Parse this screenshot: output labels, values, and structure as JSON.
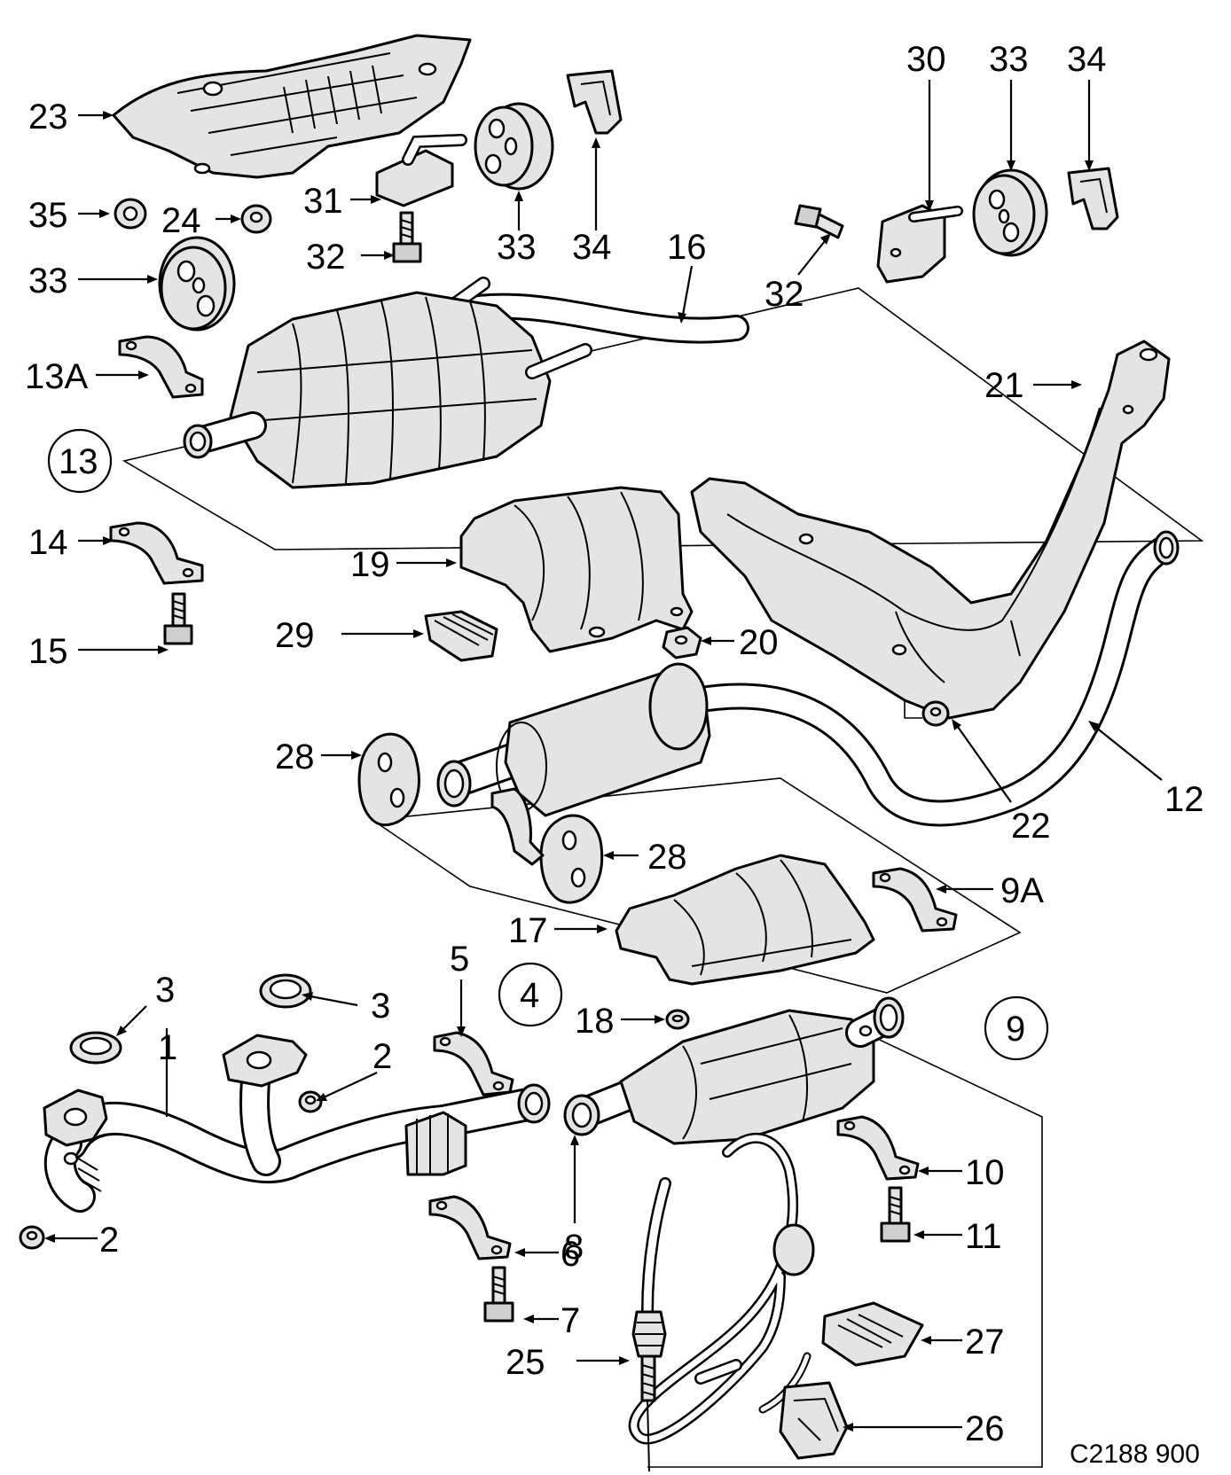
{
  "callouts": {
    "c1": "1",
    "c2a": "2",
    "c2b": "2",
    "c3a": "3",
    "c3b": "3",
    "c5": "5",
    "c6": "6",
    "c7": "7",
    "c8": "8",
    "c10": "10",
    "c11": "11",
    "c12": "12",
    "c13a": "13A",
    "c14": "14",
    "c15": "15",
    "c16": "16",
    "c17": "17",
    "c18": "18",
    "c19": "19",
    "c20": "20",
    "c21": "21",
    "c22": "22",
    "c23": "23",
    "c24": "24",
    "c25": "25",
    "c26": "26",
    "c27": "27",
    "c28a": "28",
    "c28b": "28",
    "c29": "29",
    "c30": "30",
    "c31": "31",
    "c32a": "32",
    "c32b": "32",
    "c33a": "33",
    "c33b": "33",
    "c33c": "33",
    "c34a": "34",
    "c34b": "34",
    "c35": "35",
    "c9a": "9A"
  },
  "assembly_refs": {
    "r4": "4",
    "r9": "9",
    "r13": "13"
  },
  "drawing_code": "C2188 900"
}
